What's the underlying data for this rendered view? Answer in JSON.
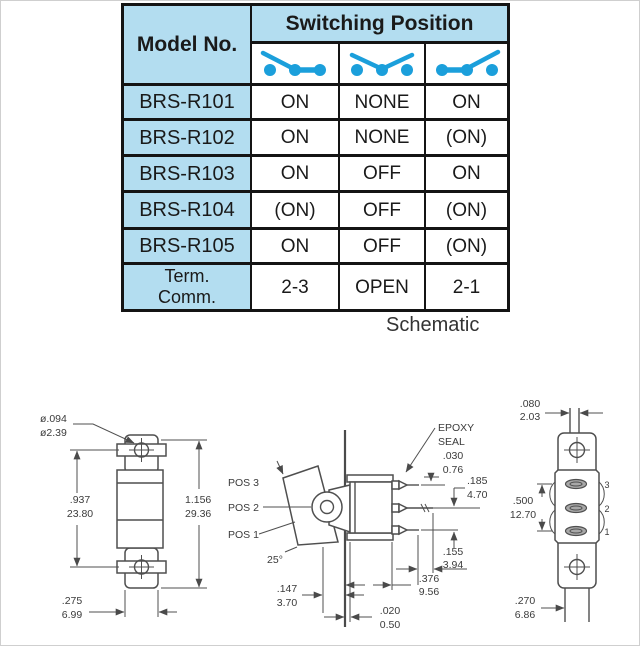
{
  "colors": {
    "header_bg": "#b3ddf0",
    "icon_blue": "#1b9fdb",
    "table_border": "#141414",
    "line": "#4f4f4f"
  },
  "table": {
    "model_header": "Model No.",
    "group_header": "Switching Position",
    "icons": [
      {
        "name": "lever-left-contact-right"
      },
      {
        "name": "lever-center-open"
      },
      {
        "name": "lever-right-contact-left"
      }
    ],
    "rows": [
      {
        "model": "BRS-R101",
        "values": [
          "ON",
          "NONE",
          "ON"
        ]
      },
      {
        "model": "BRS-R102",
        "values": [
          "ON",
          "NONE",
          "(ON)"
        ]
      },
      {
        "model": "BRS-R103",
        "values": [
          "ON",
          "OFF",
          "ON"
        ]
      },
      {
        "model": "BRS-R104",
        "values": [
          "(ON)",
          "OFF",
          "(ON)"
        ]
      },
      {
        "model": "BRS-R105",
        "values": [
          "ON",
          "OFF",
          "(ON)"
        ]
      }
    ],
    "term_row": {
      "label1": "Term.",
      "label2": "Comm.",
      "values": [
        "2-3",
        "OPEN",
        "2-1"
      ]
    }
  },
  "caption": "Schematic",
  "front_view": {
    "hole_dia_in": "ø.094",
    "hole_dia_mm": "ø2.39",
    "hole_spacing_in": ".937",
    "hole_spacing_mm": "23.80",
    "overall_in": "1.156",
    "overall_mm": "29.36",
    "flange_in": ".275",
    "flange_mm": "6.99"
  },
  "side_view": {
    "pos3": "POS 3",
    "pos2": "POS 2",
    "pos1": "POS 1",
    "angle": "25°",
    "epoxy1": "EPOXY",
    "epoxy2": "SEAL",
    "d030_in": ".030",
    "d030_mm": "0.76",
    "d185_in": ".185",
    "d185_mm": "4.70",
    "d155_in": ".155",
    "d155_mm": "3.94",
    "d376_in": ".376",
    "d376_mm": "9.56",
    "d020_in": ".020",
    "d020_mm": "0.50",
    "d147_in": ".147",
    "d147_mm": "3.70"
  },
  "rear_view": {
    "d080_in": ".080",
    "d080_mm": "2.03",
    "d500_in": ".500",
    "d500_mm": "12.70",
    "d270_in": ".270",
    "d270_mm": "6.86",
    "t3": "3",
    "t2": "2",
    "t1": "1"
  }
}
